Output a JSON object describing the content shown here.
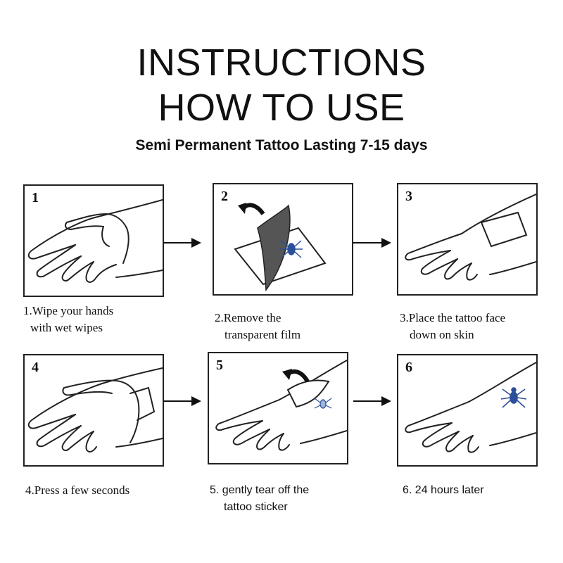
{
  "header": {
    "title_line1": "INSTRUCTIONS",
    "title_line2": "HOW TO USE",
    "subtitle": "Semi Permanent Tattoo Lasting 7-15 days"
  },
  "steps": [
    {
      "number": "1",
      "caption_line1": "1.Wipe your hands",
      "caption_line2": "with wet wipes"
    },
    {
      "number": "2",
      "caption_line1": "2.Remove the",
      "caption_line2": "transparent film"
    },
    {
      "number": "3",
      "caption_line1": "3.Place the tattoo face",
      "caption_line2": "down on skin"
    },
    {
      "number": "4",
      "caption_line1": "4.Press a few seconds",
      "caption_line2": ""
    },
    {
      "number": "5",
      "caption_line1": "5. gently tear off the",
      "caption_line2": "tattoo sticker"
    },
    {
      "number": "6",
      "caption_line1": "6. 24 hours later",
      "caption_line2": ""
    }
  ],
  "colors": {
    "line": "#222222",
    "tattoo": "#2a4f9a",
    "film": "#555555"
  },
  "icons": {
    "arrow": "right-arrow-icon",
    "peel": "curved-arrow-icon",
    "tattoo": "spider-tattoo-icon"
  }
}
